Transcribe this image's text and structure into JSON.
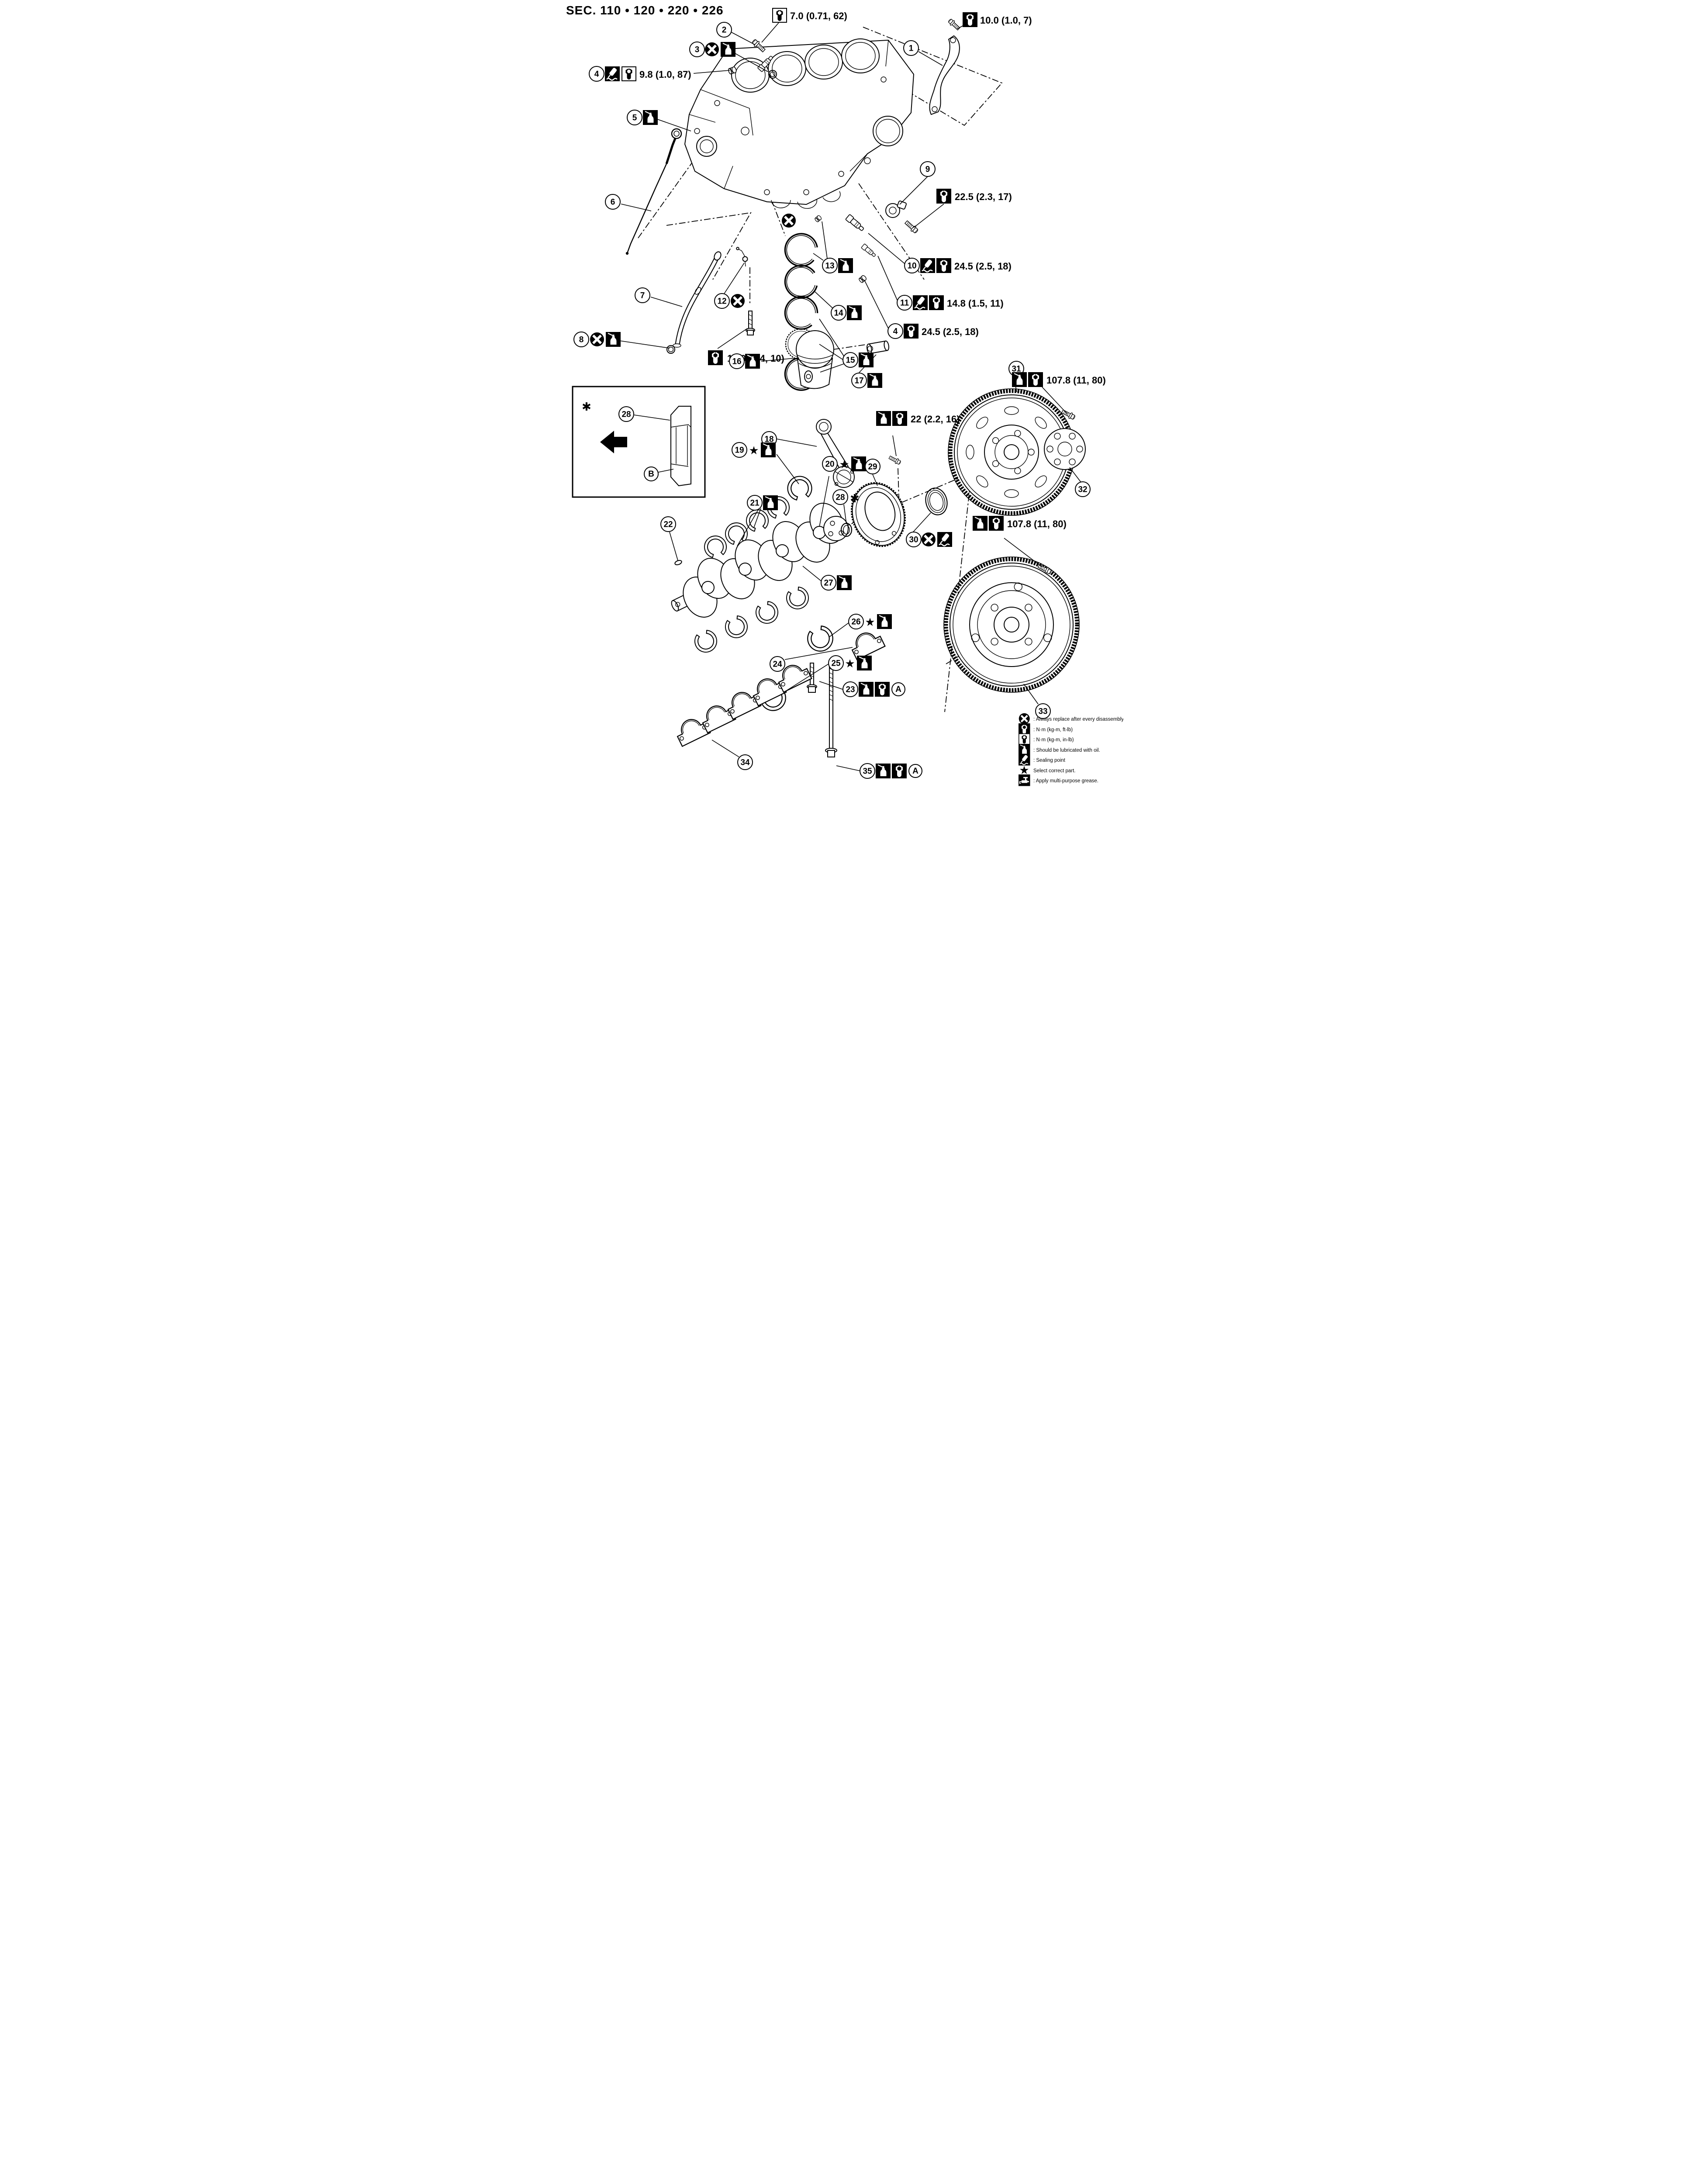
{
  "title": "SEC. 110 • 120 • 220 • 226",
  "callouts": {
    "1": "1",
    "2": "2",
    "3": "3",
    "4": "4",
    "5": "5",
    "6": "6",
    "7": "7",
    "8": "8",
    "9": "9",
    "10": "10",
    "11": "11",
    "12": "12",
    "13": "13",
    "14": "14",
    "15": "15",
    "16": "16",
    "17": "17",
    "18": "18",
    "19": "19",
    "20": "20",
    "21": "21",
    "22": "22",
    "23": "23",
    "24": "24",
    "25": "25",
    "26": "26",
    "27": "27",
    "28": "28",
    "29": "29",
    "30": "30",
    "31": "31",
    "32": "32",
    "33": "33",
    "34": "34",
    "35": "35",
    "A": "A",
    "B": "B"
  },
  "torques": {
    "v7_0": "7.0 (0.71, 62)",
    "v10_0": "10.0 (1.0, 7)",
    "v9_8": "9.8 (1.0, 87)",
    "v22_5": "22.5 (2.3, 17)",
    "v24_5_a": "24.5 (2.5, 18)",
    "v14_8": "14.8 (1.5, 11)",
    "v24_5_b": "24.5 (2.5, 18)",
    "v14_0": "14.0 (1.4, 10)",
    "v22": "22 (2.2, 16)",
    "v107_8_a": "107.8 (11, 80)",
    "v107_8_b": "107.8 (11, 80)"
  },
  "marks": {
    "star": "★",
    "asterisk": "✱"
  },
  "legend": {
    "items": [
      {
        "icon": "replace-icon",
        "text": ": Always replace after every disassembly."
      },
      {
        "icon": "wrench-ftlb-icon",
        "text": ": N·m (kg-m, ft-lb)"
      },
      {
        "icon": "wrench-inlb-icon",
        "text": ": N·m (kg-m, in-lb)"
      },
      {
        "icon": "oil-icon",
        "text": ": Should be lubricated with oil."
      },
      {
        "icon": "seal-icon",
        "text": ": Sealing point"
      },
      {
        "icon": "star-icon",
        "text": "Select correct part."
      },
      {
        "icon": "grease-icon",
        "text": ": Apply multi-purpose grease."
      }
    ]
  }
}
